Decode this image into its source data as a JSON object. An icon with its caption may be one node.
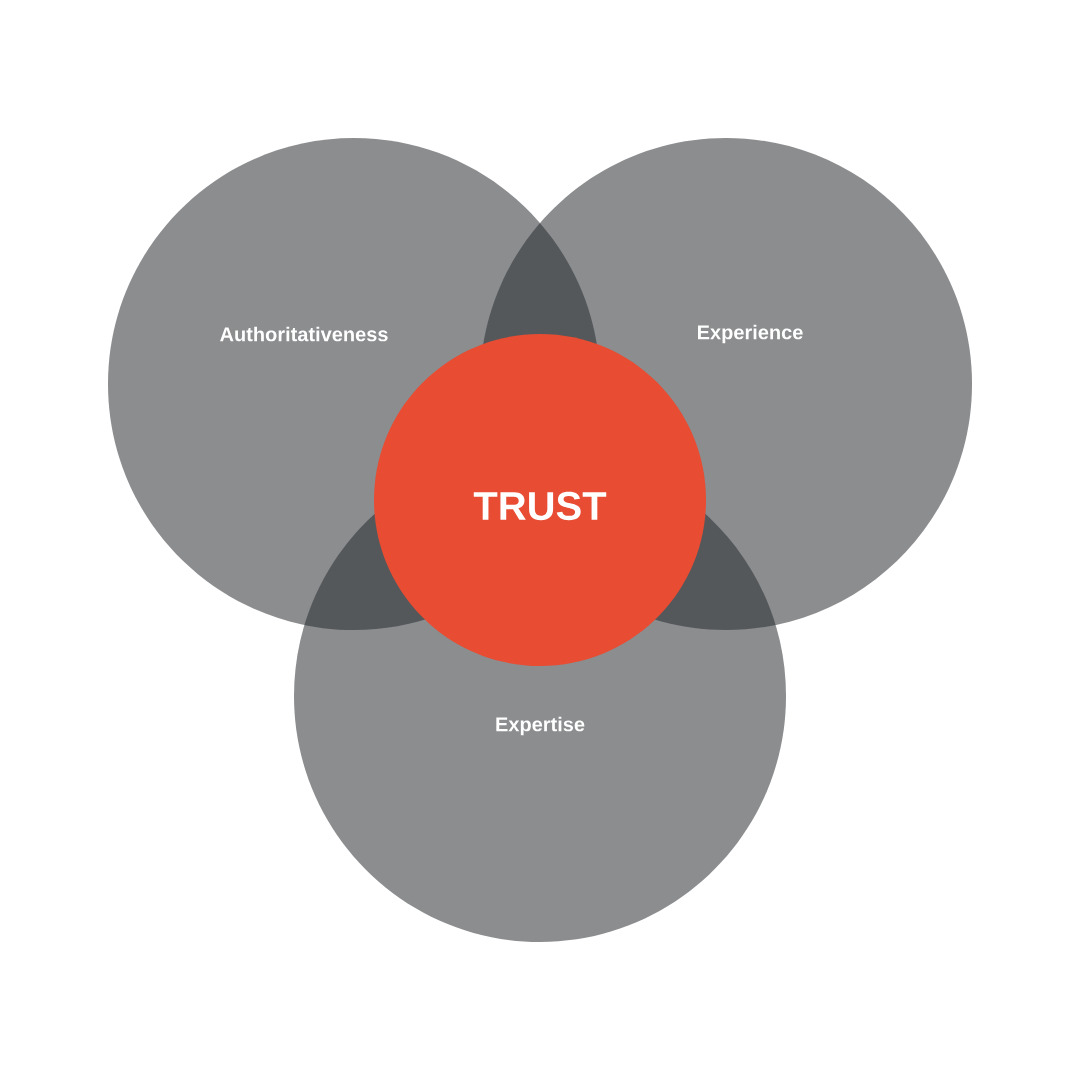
{
  "diagram": {
    "nodes": [
      {
        "text": [
          "Authoritativeness"
        ]
      },
      {
        "text": [
          "Experience"
        ]
      },
      {
        "text": [
          "Expertise"
        ]
      },
      {
        "text": [
          "TRUST"
        ]
      }
    ]
  }
}
